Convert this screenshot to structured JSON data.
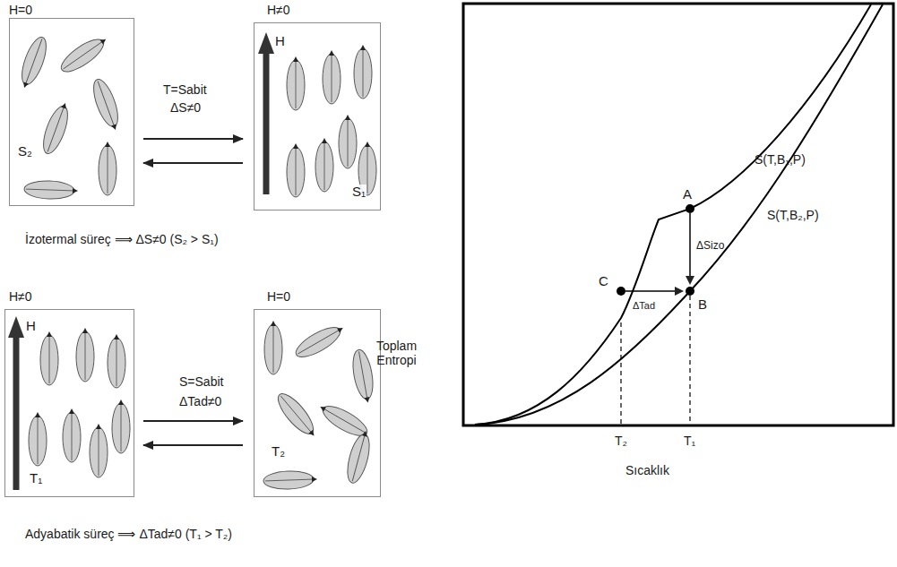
{
  "diagram": {
    "nodes": [
      {
        "text": [
          "S₂"
        ]
      },
      {
        "text": [
          "H",
          "S₁"
        ]
      },
      {
        "text": [
          "H",
          "T₁"
        ]
      },
      {
        "text": [
          "T₂"
        ]
      }
    ],
    "edges": [
      {
        "from": 0,
        "to": 1,
        "arrow": "to"
      },
      {
        "from": 1,
        "to": 0,
        "arrow": "to"
      },
      {
        "from": 2,
        "to": 3,
        "arrow": "to"
      },
      {
        "from": 3,
        "to": 2,
        "arrow": "to"
      }
    ],
    "labels": [
      "H=0",
      "H≠0",
      "T=Sabit",
      "ΔS≠0",
      "İzotermal süreç ⟹ ΔS≠0 (S₂ > S₁)",
      "H≠0",
      "H=0",
      "S=Sabit",
      "ΔTad≠0",
      "Adyabatik süreç ⟹ ΔTad≠0 (T₁ > T₂)",
      "Toplam Entropi",
      "Sıcaklık",
      "T₂",
      "T₁",
      "S(T,B₁,P)",
      "S(T,B₂,P)",
      "A",
      "B",
      "C",
      "ΔSizo",
      "ΔTad"
    ]
  }
}
